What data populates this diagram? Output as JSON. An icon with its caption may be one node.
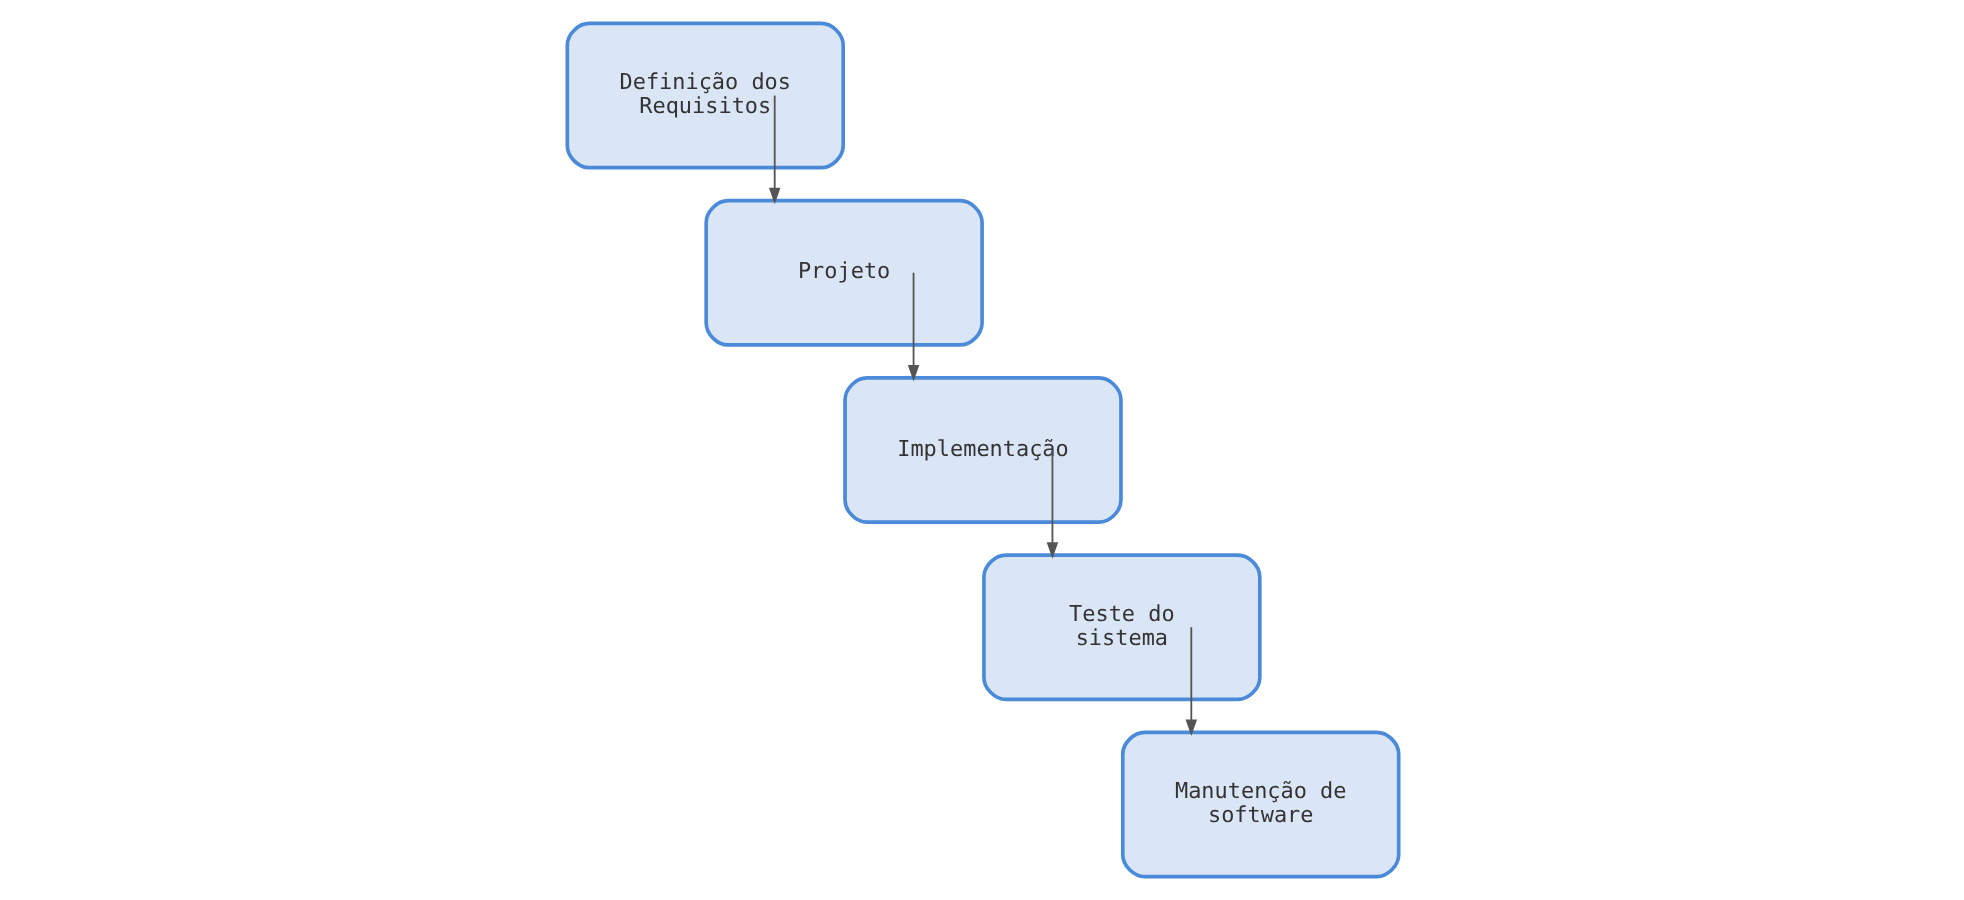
{
  "diagram": {
    "nodes": [
      {
        "text": [
          "Definição dos Requisitos"
        ]
      },
      {
        "text": [
          "Projeto"
        ]
      },
      {
        "text": [
          "Implementação"
        ]
      },
      {
        "text": [
          "Teste do sistema"
        ]
      },
      {
        "text": [
          "Manutenção de software"
        ]
      }
    ],
    "edges": [
      {
        "from": 0,
        "to": 1,
        "arrow": "to"
      },
      {
        "from": 1,
        "to": 2,
        "arrow": "to"
      },
      {
        "from": 2,
        "to": 3,
        "arrow": "to"
      },
      {
        "from": 3,
        "to": 4,
        "arrow": "to"
      }
    ]
  }
}
